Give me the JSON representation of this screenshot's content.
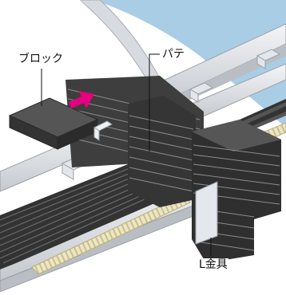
{
  "labels": {
    "block": "ブロック",
    "putty": "パテ",
    "l_bracket": "L金具"
  },
  "colors": {
    "sky": "#a9cde4",
    "frame": "#cfd3d8",
    "bracket": "#dde1e6",
    "block": "#3b3b3b",
    "block_top": "#555555",
    "cable": "#3a3a3a",
    "rope": "#e6dfb8",
    "arrow": "#e6007e"
  }
}
